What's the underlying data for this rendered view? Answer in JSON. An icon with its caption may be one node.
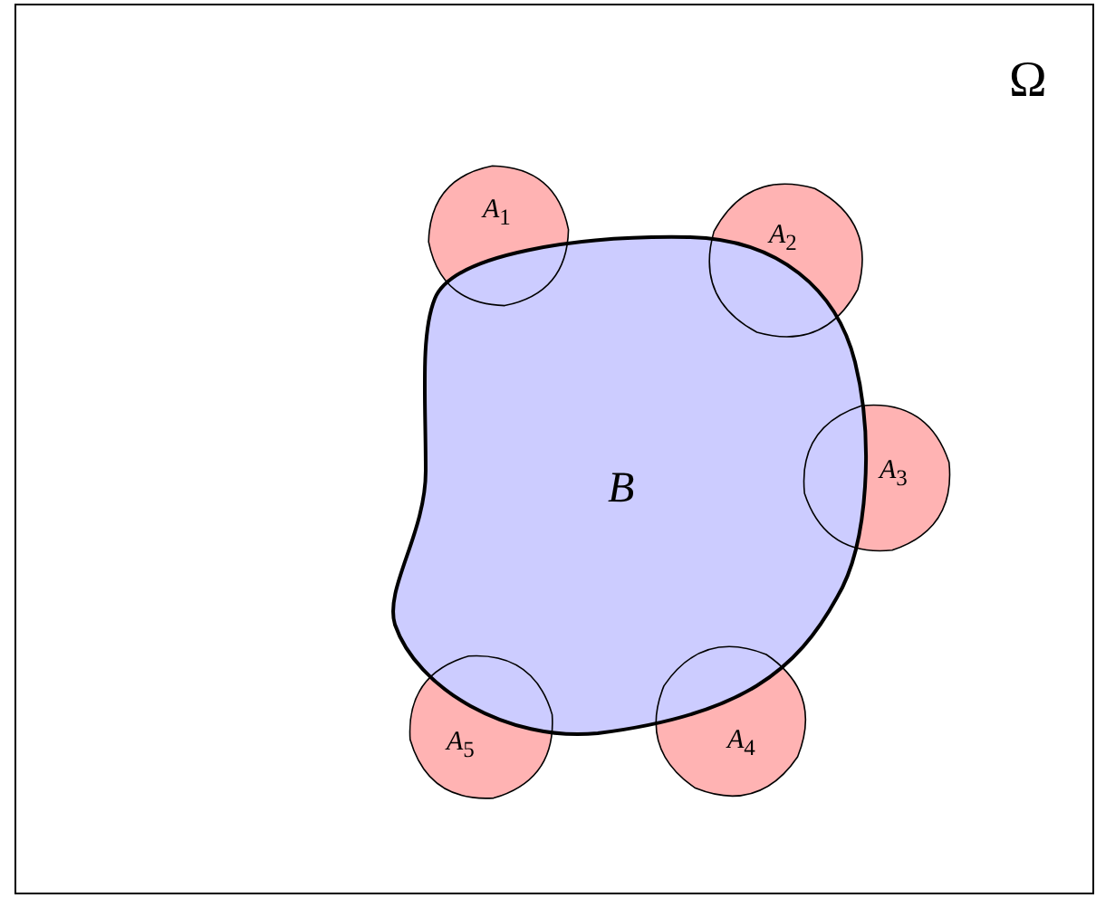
{
  "diagram": {
    "nodes": [
      {
        "text": [
          "Ω"
        ]
      },
      {
        "text": [
          "B"
        ],
        "in": 0
      },
      {
        "text": [
          "*A*$_{1}$"
        ],
        "in": 0
      },
      {
        "text": [
          "*A*$_{2}$"
        ],
        "in": 0
      },
      {
        "text": [
          "*A*$_{3}$"
        ],
        "in": 0
      },
      {
        "text": [
          "*A*$_{4}$"
        ],
        "in": 0
      },
      {
        "text": [
          "*A*$_{5}$"
        ],
        "in": 0
      }
    ]
  }
}
